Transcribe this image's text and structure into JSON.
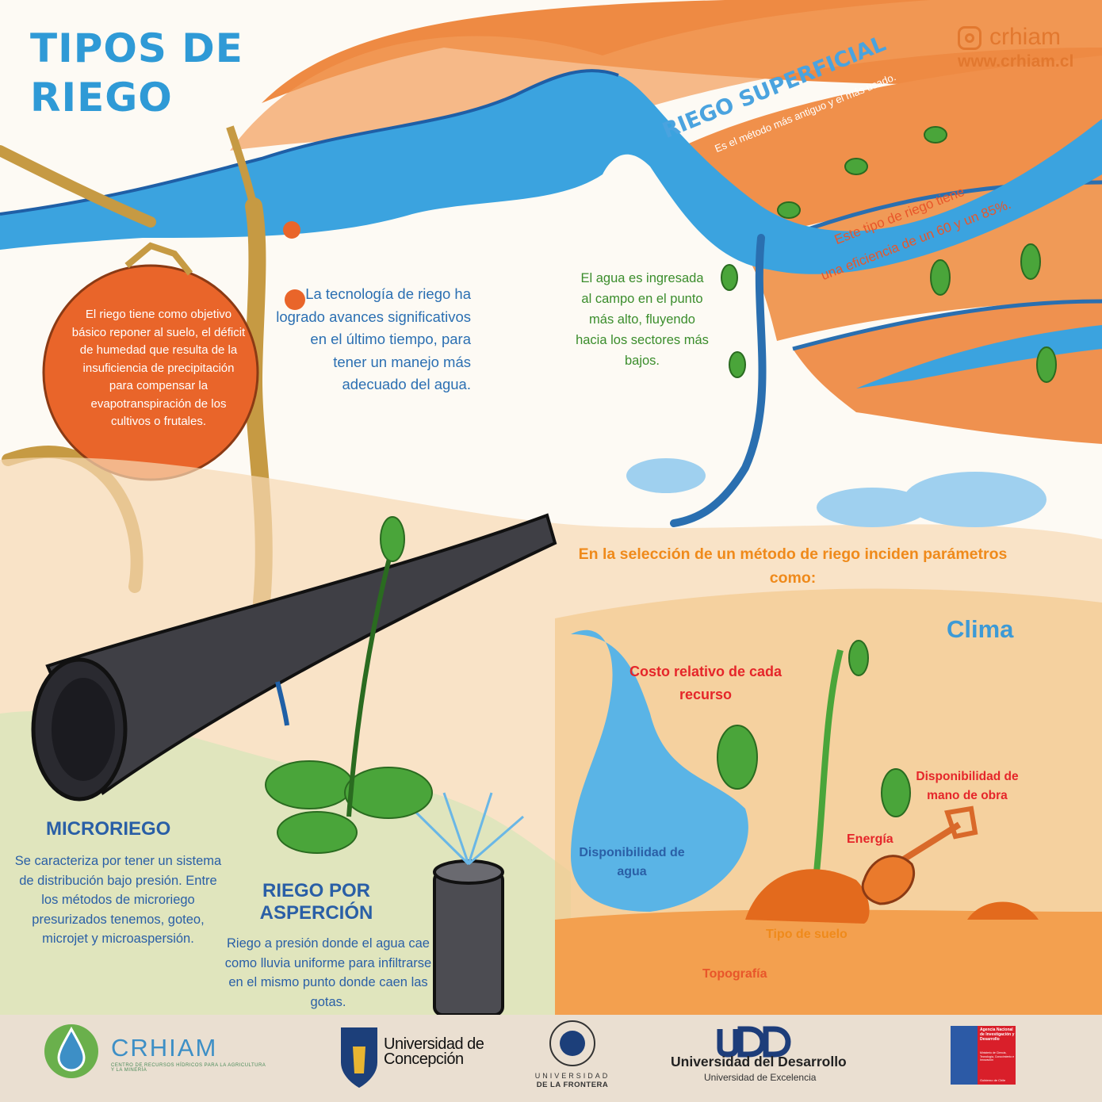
{
  "header": {
    "title_line1": "TIPOS DE",
    "title_line2": "RIEGO",
    "brand_handle": "crhiam",
    "brand_url": "www.crhiam.cl",
    "instagram_icon": "instagram-icon"
  },
  "intro": {
    "orange_text": "El riego tiene como objetivo básico reponer al suelo, el déficit de humedad que resulta de la insuficiencia de precipitación para compensar la evapotranspiración de los cultivos o frutales.",
    "technology_text": "La tecnología de riego ha logrado avances significativos en el último tiempo, para tener un manejo más adecuado del agua."
  },
  "superficial": {
    "heading": "RIEGO SUPERFICIAL",
    "subtitle": "Es el método más antiguo y el más usado.",
    "efficiency_line1": "Este tipo de riego tiene",
    "efficiency_line2": "una eficiencia de un 60 y un 85%.",
    "water_text": "El agua es ingresada al campo en el punto más alto, fluyendo hacia los sectores más bajos."
  },
  "parameters": {
    "heading": "En la selección de un método de riego inciden parámetros como:",
    "clima": "Clima",
    "costo": "Costo relativo de cada recurso",
    "mano_obra": "Disponibilidad de mano de obra",
    "energia": "Energía",
    "agua": "Disponibilidad de agua",
    "suelo": "Tipo de suelo",
    "topografia": "Topografía"
  },
  "microriego": {
    "title": "MICRORIEGO",
    "text": "Se caracteriza por tener un sistema de distribución bajo presión. Entre los métodos de microriego presurizados tenemos, goteo, microjet y microaspersión."
  },
  "aspersion": {
    "title": "RIEGO POR ASPERCIÓN",
    "text": "Riego a presión donde el agua cae como lluvia uniforme para infiltrarse en el mismo punto donde caen las gotas."
  },
  "footer": {
    "crhiam_name": "CRHIAM",
    "crhiam_tagline": "CENTRO DE RECURSOS HÍDRICOS PARA LA AGRICULTURA Y LA MINERÍA",
    "udec": "Universidad de Concepción",
    "ufro_line1": "UNIVERSIDAD",
    "ufro_line2": "DE LA FRONTERA",
    "udd_name": "Universidad del Desarrollo",
    "udd_tagline": "Universidad de Excelencia",
    "anid_name": "Agencia Nacional de Investigación y Desarrollo",
    "anid_ministry": "Ministerio de Ciencia, Tecnología, Conocimiento e Innovación",
    "anid_gov": "Gobierno de Chile"
  },
  "colors": {
    "title_blue": "#2f9ad6",
    "text_blue": "#2a5fa6",
    "brand_orange": "#e2782f",
    "accent_red": "#e5262a",
    "accent_orange": "#ef8a1b",
    "water_blue": "#2f97d6",
    "plant_green": "#3b8d2c",
    "footer_bg": "#eadfd1"
  }
}
